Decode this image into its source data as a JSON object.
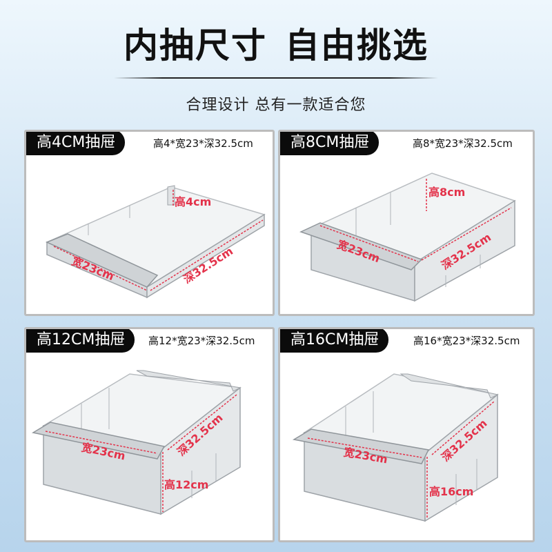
{
  "header": {
    "title_left": "内抽尺寸",
    "title_right": "自由挑选",
    "subtitle": "合理设计 总有一款适合您"
  },
  "accent_color": "#e3324a",
  "cards": [
    {
      "tag": "高4CM抽屉",
      "dims": "高4*宽23*深32.5cm",
      "height_label": "高4cm",
      "width_label": "宽23cm",
      "depth_label": "深32.5cm"
    },
    {
      "tag": "高8CM抽屉",
      "dims": "高8*宽23*深32.5cm",
      "height_label": "高8cm",
      "width_label": "宽23cm",
      "depth_label": "深32.5cm"
    },
    {
      "tag": "高12CM抽屉",
      "dims": "高12*宽23*深32.5cm",
      "height_label": "高12cm",
      "width_label": "宽23cm",
      "depth_label": "深32.5cm"
    },
    {
      "tag": "高16CM抽屉",
      "dims": "高16*宽23*深32.5cm",
      "height_label": "高16cm",
      "width_label": "宽23cm",
      "depth_label": "深32.5cm"
    }
  ]
}
